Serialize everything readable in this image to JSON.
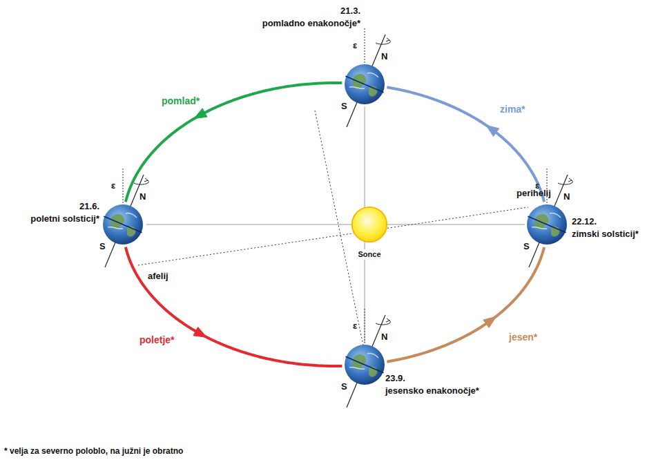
{
  "diagram": {
    "nodes": [
      {
        "text": [
          "21.3.",
          "pomladno enakonočje*"
        ]
      },
      {
        "text": [
          "21.6.",
          "poletni solsticij*"
        ]
      },
      {
        "text": [
          "Sonce"
        ]
      },
      {
        "text": [
          "22.12.",
          "zimski solsticij*"
        ]
      },
      {
        "text": [
          "23.9.",
          "jesensko enakonočje*"
        ]
      }
    ],
    "edges": [
      {
        "from": 3,
        "to": 0,
        "arrow": "to",
        "label": "zima*"
      },
      {
        "from": 0,
        "to": 1,
        "arrow": "to",
        "label": "pomlad*"
      },
      {
        "from": 1,
        "to": 4,
        "arrow": "to",
        "label": "poletje*"
      },
      {
        "from": 4,
        "to": 3,
        "arrow": "to",
        "label": "jesen*"
      }
    ],
    "labels": [
      "ε",
      "N",
      "S",
      "ε",
      "N",
      "S",
      "ε",
      "N",
      "S",
      "ε",
      "N",
      "S",
      "perihelij",
      "afelij",
      "* velja za severno poloblo, na južni je obratno"
    ]
  }
}
